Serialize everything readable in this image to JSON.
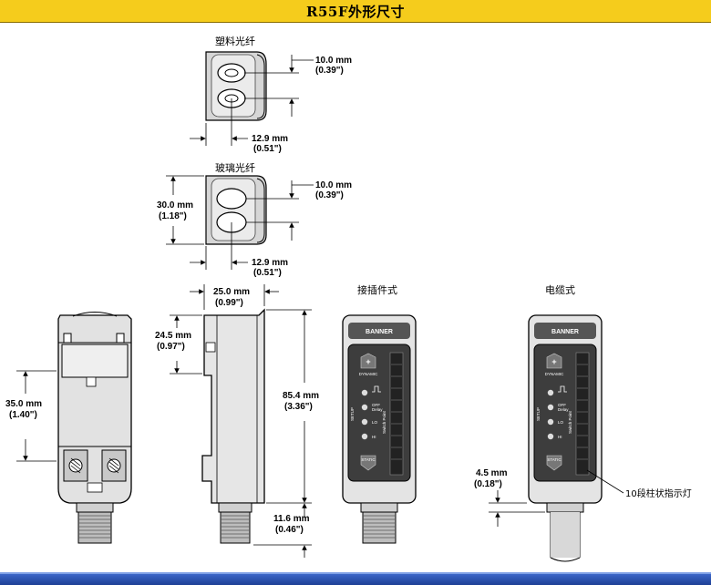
{
  "title": "R55F外形尺寸",
  "labels": {
    "plastic_fiber": "塑料光纤",
    "glass_fiber": "玻璃光纤",
    "connector_style": "接插件式",
    "cable_style": "电缆式",
    "bar_indicator": "10段柱状指示灯"
  },
  "dims": {
    "plastic_10": "10.0 mm",
    "plastic_10_in": "(0.39\")",
    "plastic_129": "12.9 mm",
    "plastic_129_in": "(0.51\")",
    "glass_10": "10.0 mm",
    "glass_10_in": "(0.39\")",
    "glass_30": "30.0 mm",
    "glass_30_in": "(1.18\")",
    "glass_129": "12.9 mm",
    "glass_129_in": "(0.51\")",
    "front_35": "35.0 mm",
    "front_35_in": "(1.40\")",
    "side_25": "25.0 mm",
    "side_25_in": "(0.99\")",
    "side_245": "24.5 mm",
    "side_245_in": "(0.97\")",
    "side_854": "85.4 mm",
    "side_854_in": "(3.36\")",
    "side_116": "11.6 mm",
    "side_116_in": "(0.46\")",
    "cable_45": "4.5 mm",
    "cable_45_in": "(0.18\")"
  },
  "panel": {
    "brand": "BANNER",
    "dynamic": "DYNAMIC",
    "static": "STATIC",
    "setup": "SETUP",
    "off": "OFF",
    "delay": "Delay",
    "lo": "LO",
    "hi": "HI",
    "switch_point": "Switch Point"
  }
}
